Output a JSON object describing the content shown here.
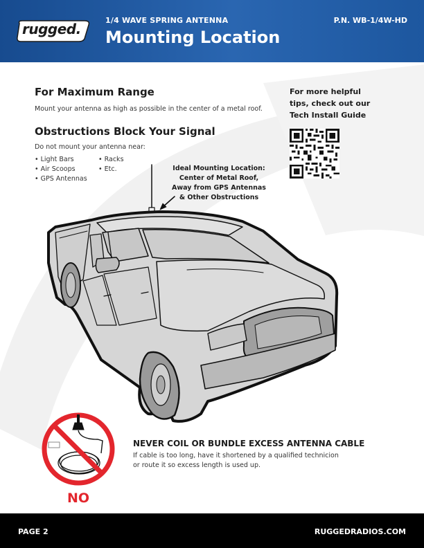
{
  "header": {
    "logo_text": "rugged.",
    "subtitle": "1/4 WAVE SPRING ANTENNA",
    "title": "Mounting Location",
    "part_number": "P.N. WB-1/4W-HD",
    "background_color": "#2a66b1"
  },
  "sections": {
    "range_heading": "For Maximum Range",
    "range_text": "Mount your antenna as high as possible in the center of a metal roof.",
    "obstructions_heading": "Obstructions Block Your Signal",
    "obstructions_text": "Do not mount your antenna near:",
    "obstructions_col1": [
      "Light Bars",
      "Air Scoops",
      "GPS Antennas"
    ],
    "obstructions_col2": [
      "Racks",
      "Etc."
    ]
  },
  "help": {
    "line1": "For more helpful",
    "line2": "tips, check out our",
    "line3": "Tech Install Guide",
    "qr_icon": "qr-code-icon"
  },
  "callout": {
    "line1": "Ideal Mounting Location:",
    "line2": "Center of Metal Roof,",
    "line3": "Away from GPS Antennas",
    "line4": "& Other Obstructions"
  },
  "warning": {
    "title": "NEVER COIL OR BUNDLE EXCESS ANTENNA CABLE",
    "text_line1": "If cable is too long, have it shortened by a qualified technicion",
    "text_line2": "or route it so excess length is used up.",
    "no_label": "NO",
    "no_color": "#e3262d"
  },
  "footer": {
    "page": "PAGE 2",
    "website": "RUGGEDRADIOS.COM"
  }
}
